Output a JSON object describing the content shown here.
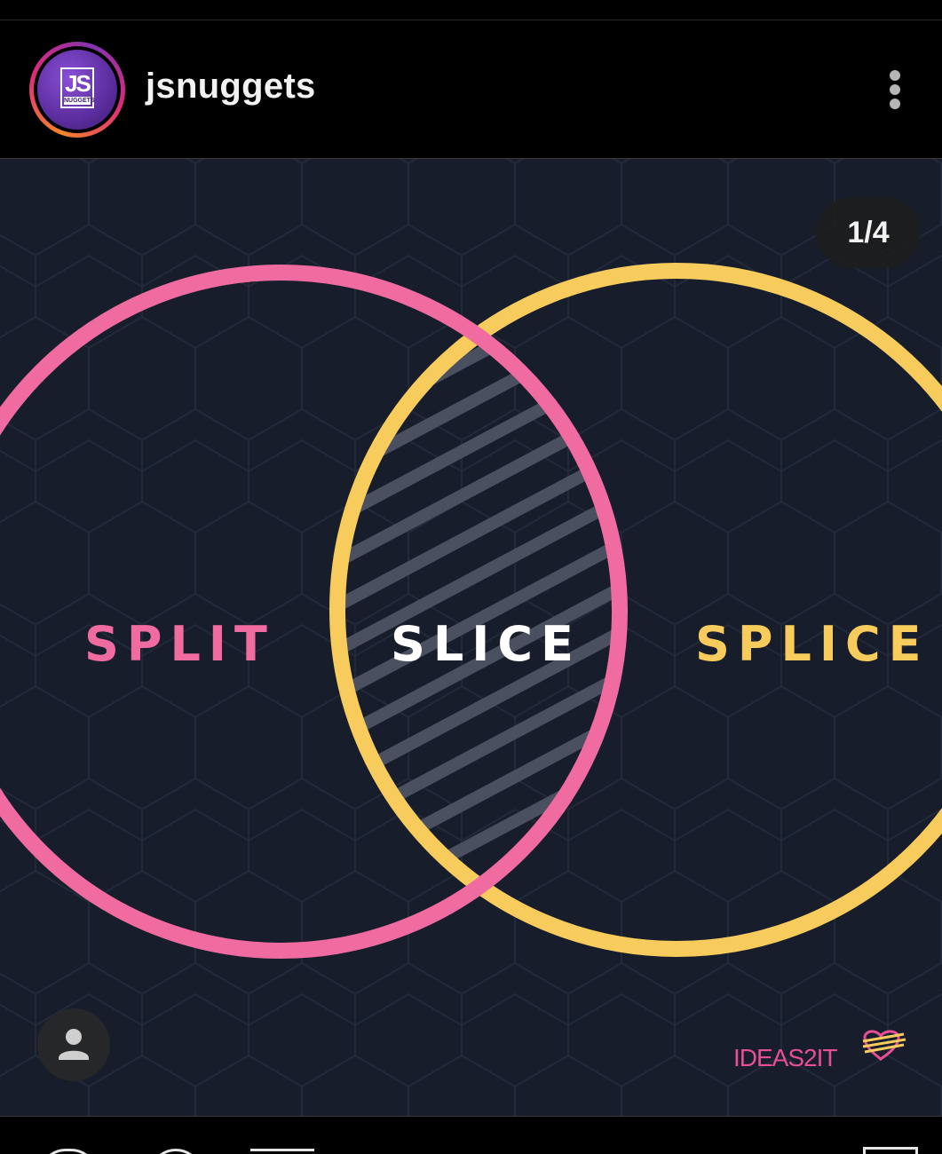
{
  "profile": {
    "username": "jsnuggets",
    "avatar_text": "JS",
    "avatar_subtext": "NUGGETS"
  },
  "post": {
    "counter": "1/4",
    "labels": {
      "left": "SPLIT",
      "center": "SLICE",
      "right": "SPLICE"
    },
    "brand": "IDEAS2IT"
  },
  "colors": {
    "background": "#171d2b",
    "pink": "#f06b9f",
    "yellow": "#f7cb5c",
    "hatch": "#4a5060"
  },
  "icons": {
    "more": "more-vertical-icon",
    "tag": "user-tag-icon",
    "like": "heart-icon",
    "comment": "comment-icon",
    "share": "send-icon",
    "save": "bookmark-icon"
  }
}
